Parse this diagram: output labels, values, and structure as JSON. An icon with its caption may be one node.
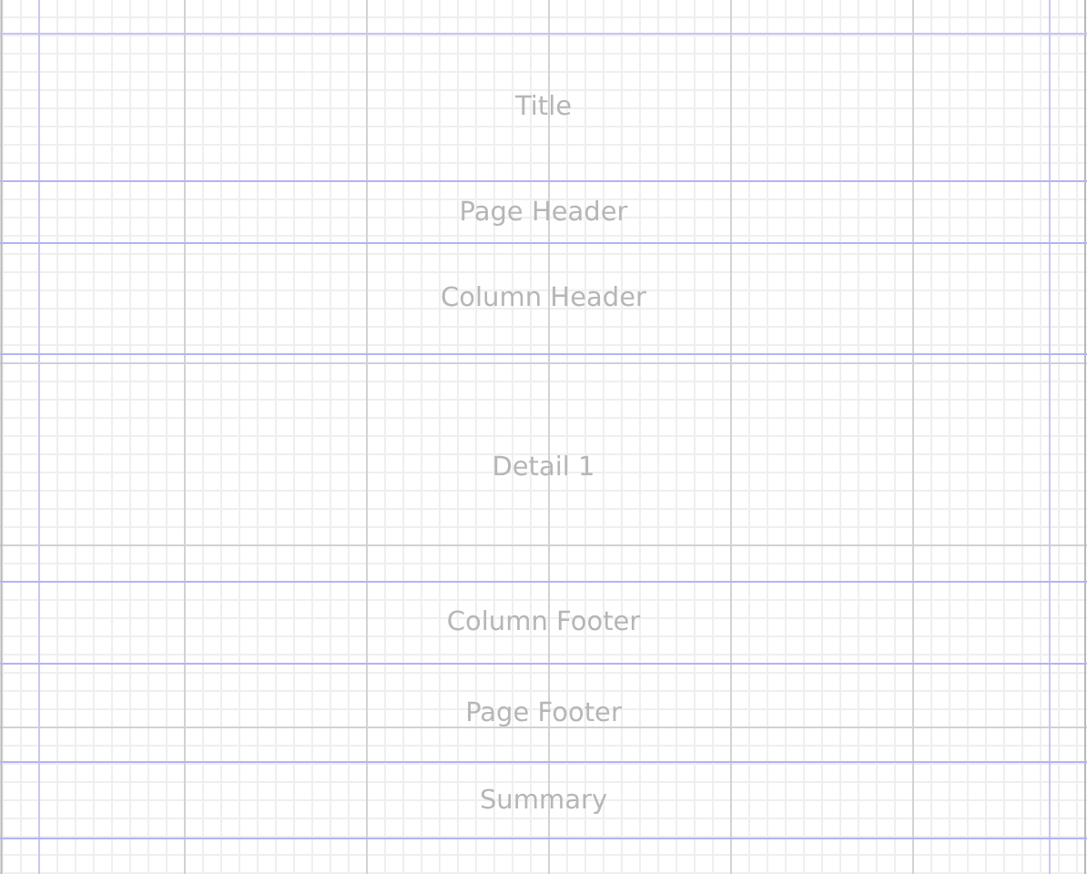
{
  "diagram": {
    "nodes": [
      {
        "text": [
          "Title"
        ]
      },
      {
        "text": [
          "Page Header"
        ]
      },
      {
        "text": [
          "Column Header"
        ]
      },
      {
        "text": [
          "Detail 1"
        ]
      },
      {
        "text": [
          "Column Footer"
        ]
      },
      {
        "text": [
          "Page Footer"
        ]
      },
      {
        "text": [
          "Summary"
        ]
      }
    ]
  }
}
